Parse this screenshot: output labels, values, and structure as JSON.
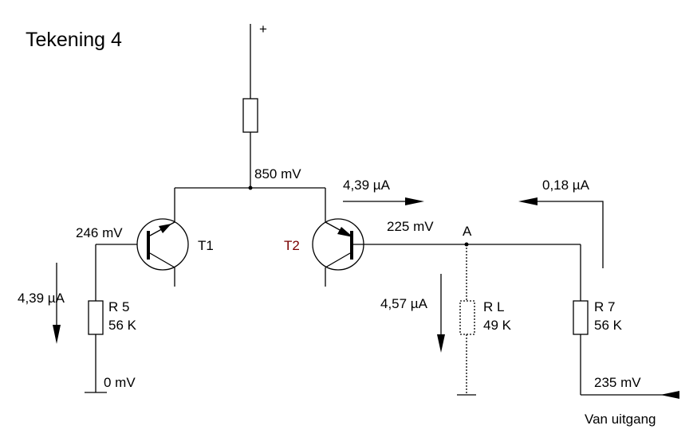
{
  "title": "Tekening 4",
  "supply_label": "+",
  "node_top_voltage": "850 mV",
  "transistors": [
    {
      "label": "T1",
      "base_voltage": "246 mV"
    },
    {
      "label": "T2",
      "base_voltage": "225 mV"
    }
  ],
  "node_a_label": "A",
  "resistors": [
    {
      "name": "R 5",
      "value": "56 K"
    },
    {
      "name": "R L",
      "value": "49 K"
    },
    {
      "name": "R 7",
      "value": "56 K"
    }
  ],
  "currents": {
    "t2_emitter": "4,39 µA",
    "feedback": "0,18 µA",
    "load": "4,57 µA",
    "r5": "4,39 µA"
  },
  "ground_voltage": "0 mV",
  "output_voltage": "235 mV",
  "output_label": "Van uitgang"
}
